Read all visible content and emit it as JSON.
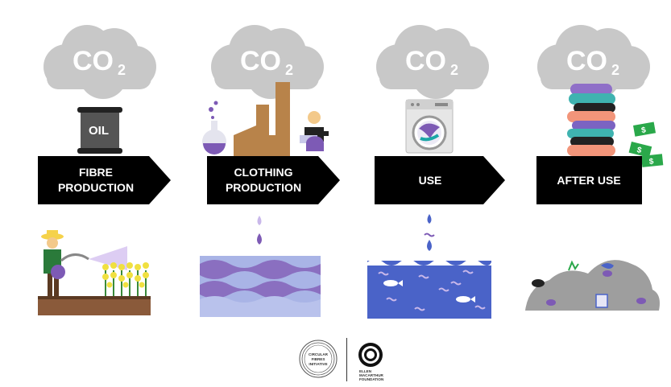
{
  "stages": [
    {
      "id": "fibre",
      "cloud_label": "CO",
      "cloud_sub": "2",
      "banner_lines": [
        "FIBRE",
        "PRODUCTION"
      ],
      "icon_label": "OIL"
    },
    {
      "id": "clothing",
      "cloud_label": "CO",
      "cloud_sub": "2",
      "banner_lines": [
        "CLOTHING",
        "PRODUCTION"
      ]
    },
    {
      "id": "use",
      "cloud_label": "CO",
      "cloud_sub": "2",
      "banner_lines": [
        "USE"
      ]
    },
    {
      "id": "after",
      "cloud_label": "CO",
      "cloud_sub": "2",
      "banner_lines": [
        "AFTER USE"
      ]
    }
  ],
  "money_symbol": "$",
  "logos": {
    "cfi": [
      "CIRCULAR",
      "FIBRES",
      "INITIATIVE"
    ],
    "emf": [
      "ELLEN",
      "MACARTHUR",
      "FOUNDATION"
    ]
  },
  "colors": {
    "cloud": "#c8c8c8",
    "banner": "#000000",
    "factory": "#b8834a",
    "water_light": "#a9b4e6",
    "water_purple": "#8a6fc0",
    "water_blue": "#4a63c8",
    "landfill": "#9e9e9e",
    "money": "#2aa84a"
  }
}
